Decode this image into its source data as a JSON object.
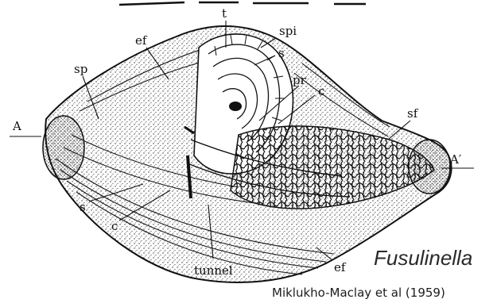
{
  "title": "Fusulinella",
  "citation": "Miklukho-Maclay et al (1959)",
  "labels": {
    "t": "t",
    "spi": "spi",
    "ef_top": "ef",
    "s_top": "s",
    "sp": "sp",
    "pr": "pr",
    "c_right": "c",
    "sf": "sf",
    "a": "A",
    "a_prime": "A′",
    "s_left": "s",
    "c_left": "c",
    "ef_bottom": "ef",
    "tunnel": "tunnel"
  }
}
